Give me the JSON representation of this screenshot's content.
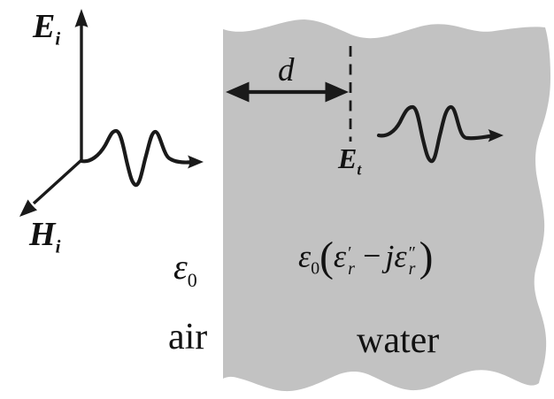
{
  "figure": {
    "colors": {
      "background": "#ffffff",
      "region_fill": "#c2c2c2",
      "line": "#1a1a1a"
    },
    "air_side": {
      "e_field": {
        "symbol": "E",
        "subscript": "i"
      },
      "h_field": {
        "symbol": "H",
        "subscript": "i"
      },
      "permittivity": {
        "symbol": "ε",
        "subscript": "0"
      },
      "medium": "air"
    },
    "water_side": {
      "distance": "d",
      "transmitted_field": {
        "symbol": "E",
        "subscript": "t"
      },
      "permittivity_formula": {
        "eps0": "ε",
        "eps0_sub": "0",
        "open_paren": "(",
        "eps_real": "ε",
        "eps_real_prime": "′",
        "eps_real_sub": "r",
        "minus": "−",
        "imaginary_unit": "j",
        "eps_imag": "ε",
        "eps_imag_prime": "″",
        "eps_imag_sub": "r",
        "close_paren": ")"
      },
      "medium": "water"
    }
  }
}
